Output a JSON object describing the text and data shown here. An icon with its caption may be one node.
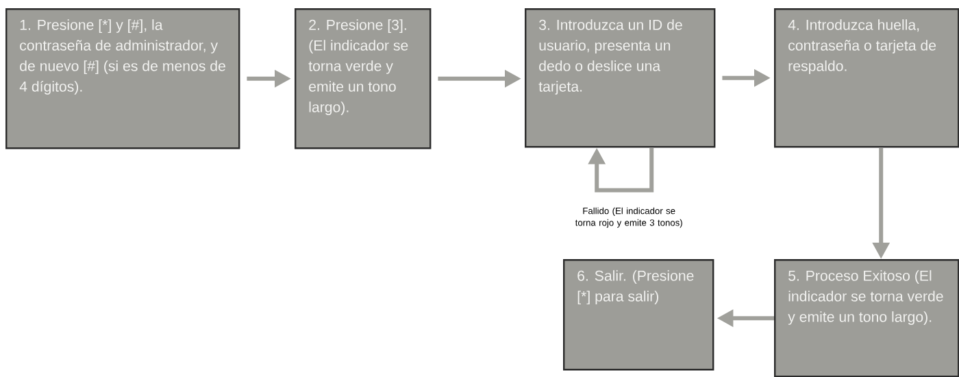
{
  "diagram": {
    "nodes": [
      {
        "text": [
          "1. Presione [*] y [#], la contraseña de administrador, y de nuevo [#] (si es de menos de 4 dígitos)."
        ]
      },
      {
        "text": [
          "2. Presione [3]. (El indicador se torna verde y emite un tono largo)."
        ]
      },
      {
        "text": [
          "3. Introduzca un ID de usuario, presenta un dedo o deslice una tarjeta."
        ]
      },
      {
        "text": [
          "4. Introduzca huella, contraseña o tarjeta de respaldo."
        ]
      },
      {
        "text": [
          "5. Proceso Exitoso (El indicador se torna verde y emite un tono largo)."
        ]
      },
      {
        "text": [
          "6. Salir. (Presione [*] para salir)"
        ]
      }
    ],
    "edges": [
      {
        "from": 0,
        "to": 1,
        "arrow": "to"
      },
      {
        "from": 1,
        "to": 2,
        "arrow": "to"
      },
      {
        "from": 2,
        "to": 3,
        "arrow": "to"
      },
      {
        "from": 2,
        "to": 2,
        "arrow": "to",
        "label": "Fallido (El indicador se torna rojo y emite 3 tonos)"
      },
      {
        "from": 3,
        "to": 4,
        "arrow": "to"
      },
      {
        "from": 4,
        "to": 5,
        "arrow": "to"
      }
    ]
  }
}
